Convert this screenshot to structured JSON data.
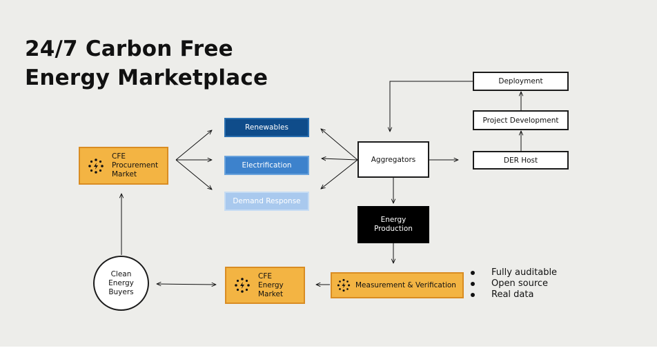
{
  "title": {
    "line1": "24/7 Carbon Free",
    "line2": "Energy Marketplace"
  },
  "nodes": {
    "cfe_procurement": "CFE\nProcurement\nMarket",
    "renewables": "Renewables",
    "electrification": "Electrification",
    "demand_response": "Demand Response",
    "aggregators": "Aggregators",
    "deployment": "Deployment",
    "project_development": "Project Development",
    "der_host": "DER Host",
    "energy_production": "Energy\nProduction",
    "measurement_verification": "Measurement & Verification",
    "cfe_energy_market": "CFE\nEnergy\nMarket",
    "clean_energy_buyers": "Clean\nEnergy\nBuyers"
  },
  "bullets": [
    "Fully auditable",
    "Open source",
    "Real data"
  ],
  "icons": {
    "market": "sparkle-flower-icon"
  },
  "colors": {
    "background": "#ededea",
    "orange": "#f3b443",
    "blue_dark": "#0f4c8a",
    "blue_mid": "#3d82cc",
    "blue_light": "#a9c9ee",
    "black": "#000000"
  }
}
